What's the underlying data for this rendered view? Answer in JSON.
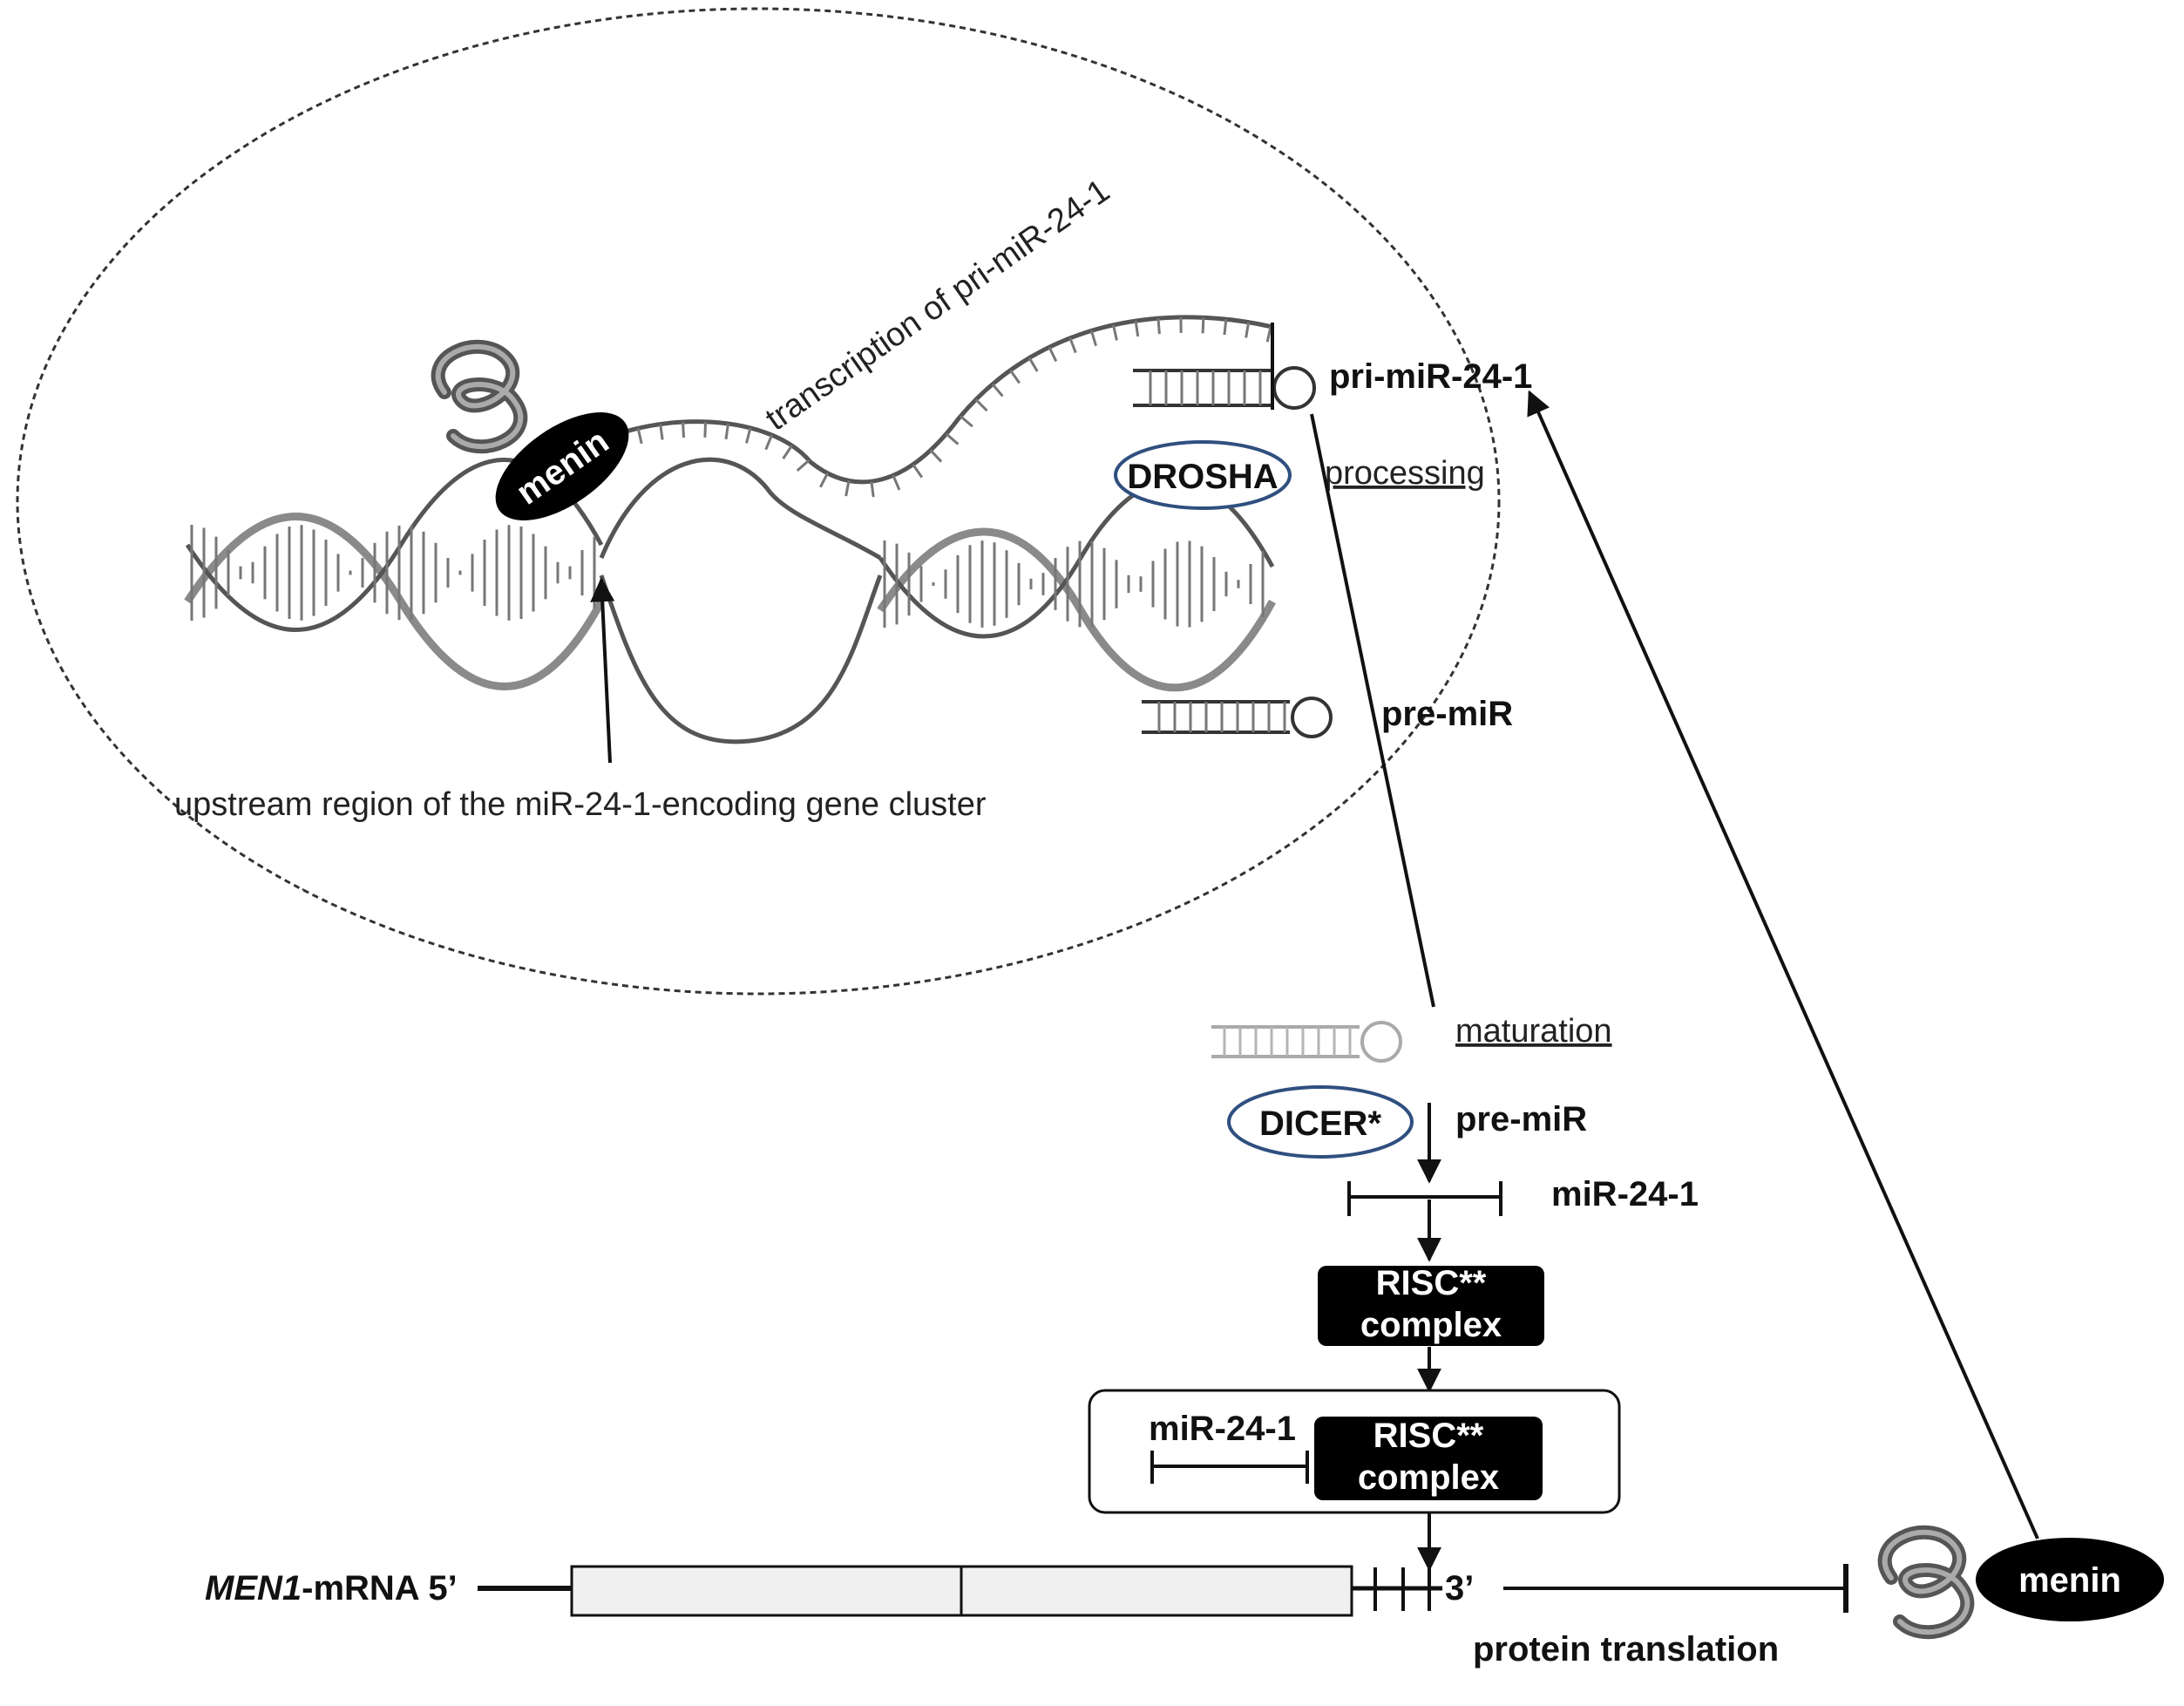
{
  "labels": {
    "transcription": "transcription of pri-miR-24-1",
    "pri_mir": "pri-miR-24-1",
    "drosha": "DROSHA",
    "processing": "processing",
    "pre_mir_nucleus": "pre-miR",
    "upstream": "upstream region of the miR-24-1-encoding gene cluster",
    "maturation": "maturation",
    "dicer": "DICER*",
    "pre_mir_cyto": "pre-miR",
    "mir_24_1": "miR-24-1",
    "risc_line1": "RISC**",
    "risc_line2": "complex",
    "mir_24_1_bound": "miR-24-1",
    "risc_bound_line1": "RISC**",
    "risc_bound_line2": "complex",
    "men1_italic": "MEN1",
    "men1_rest": "-mRNA 5’",
    "three_prime": "3’",
    "protein_translation": "protein translation",
    "menin_nucleus": "menin",
    "menin_protein": "menin"
  }
}
